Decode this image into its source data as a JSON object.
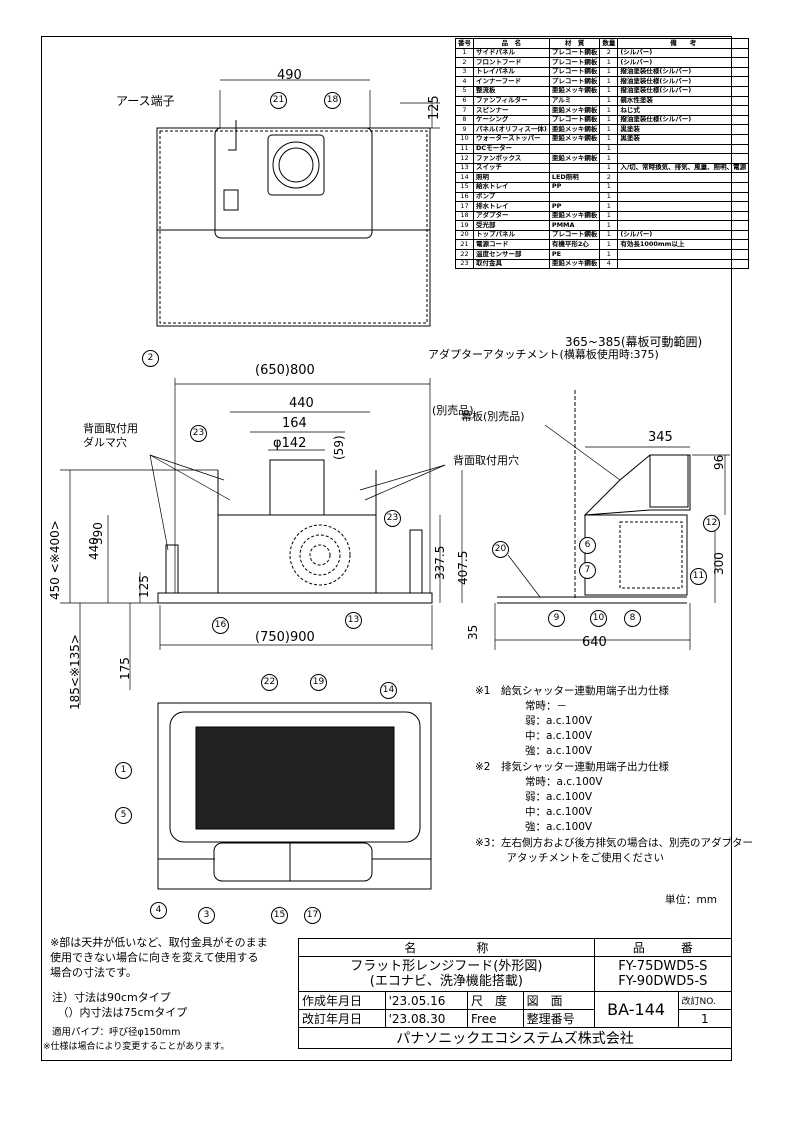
{
  "parts_table": {
    "headers": [
      "番号",
      "品　名",
      "材　質",
      "数量",
      "備　　考"
    ],
    "rows": [
      [
        "1",
        "サイドパネル",
        "プレコート鋼板",
        "2",
        "(シルバー)"
      ],
      [
        "2",
        "フロントフード",
        "プレコート鋼板",
        "1",
        "(シルバー)"
      ],
      [
        "3",
        "トレイパネル",
        "プレコート鋼板",
        "1",
        "撥油塗装仕様(シルバー)"
      ],
      [
        "4",
        "インナーフード",
        "プレコート鋼板",
        "1",
        "撥油塗装仕様(シルバー)"
      ],
      [
        "5",
        "整流板",
        "亜鉛メッキ鋼板",
        "1",
        "撥油塗装仕様(シルバー)"
      ],
      [
        "6",
        "ファンフィルター",
        "アルミ",
        "1",
        "親水性塗装"
      ],
      [
        "7",
        "スピンナー",
        "亜鉛メッキ鋼板",
        "1",
        "ねじ式"
      ],
      [
        "8",
        "ケーシング",
        "プレコート鋼板",
        "1",
        "撥油塗装仕様(シルバー)"
      ],
      [
        "9",
        "パネル(オリフィス一体)",
        "亜鉛メッキ鋼板",
        "1",
        "黒塗装"
      ],
      [
        "10",
        "ウォーターストッパー",
        "亜鉛メッキ鋼板",
        "1",
        "黒塗装"
      ],
      [
        "11",
        "DCモーター",
        "",
        "1",
        ""
      ],
      [
        "12",
        "ファンボックス",
        "亜鉛メッキ鋼板",
        "1",
        ""
      ],
      [
        "13",
        "スイッチ",
        "",
        "1",
        "入/切、常時換気、排気、風量、照明、電源"
      ],
      [
        "14",
        "照明",
        "LED照明",
        "2",
        ""
      ],
      [
        "15",
        "給水トレイ",
        "PP",
        "1",
        ""
      ],
      [
        "16",
        "ポンプ",
        "",
        "1",
        ""
      ],
      [
        "17",
        "排水トレイ",
        "PP",
        "1",
        ""
      ],
      [
        "18",
        "アダプター",
        "亜鉛メッキ鋼板",
        "1",
        ""
      ],
      [
        "19",
        "受光部",
        "PMMA",
        "1",
        ""
      ],
      [
        "20",
        "トップパネル",
        "プレコート鋼板",
        "1",
        "(シルバー)"
      ],
      [
        "21",
        "電源コード",
        "有機平形2心",
        "1",
        "有効長1000mm以上"
      ],
      [
        "22",
        "温度センサー部",
        "PE",
        "1",
        ""
      ],
      [
        "23",
        "取付金具",
        "亜鉛メッキ鋼板",
        "4",
        ""
      ]
    ]
  },
  "top_view": {
    "dim_width": "490",
    "dim_height": "125",
    "earth_terminal": "アース端子",
    "callouts": [
      "21",
      "18",
      "2"
    ]
  },
  "front_view": {
    "dim_outer": "(650)800",
    "dim_440": "440",
    "dim_164": "164",
    "dim_142": "φ142",
    "dim_59": "(59)",
    "dim_450": "450 <※400>",
    "dim_440v": "440",
    "dim_390": "390",
    "dim_125": "125",
    "dim_337": "337.5",
    "dim_407": "407.5",
    "dim_35": "35",
    "dim_185": "185<※135>",
    "dim_175": "175",
    "dim_bottom": "(750)900",
    "daruma_label": "背面取付用\nダルマ穴",
    "rear_hole_label": "背面取付用穴",
    "callouts": [
      "23",
      "23",
      "16",
      "13"
    ]
  },
  "side_view": {
    "range_label": "365~385(幕板可動範囲)",
    "adapter_label": "アダプターアタッチメント(横幕板使用時:375)",
    "adapter_sub": "(別売品)",
    "curtain_label": "幕板(別売品)",
    "dim_345": "345",
    "dim_96": "96",
    "dim_300": "300",
    "dim_640": "640",
    "callouts": [
      "6",
      "7",
      "9",
      "10",
      "8",
      "12",
      "11",
      "20"
    ]
  },
  "bottom_view": {
    "callouts": [
      "22",
      "19",
      "14",
      "1",
      "5",
      "4",
      "3",
      "15",
      "17"
    ]
  },
  "notes": {
    "n1_title": "※1　給気シャッター連動用端子出力仕様",
    "n1_lines": [
      "常時：－",
      "弱：a.c.100V",
      "中：a.c.100V",
      "強：a.c.100V"
    ],
    "n2_title": "※2　排気シャッター連動用端子出力仕様",
    "n2_lines": [
      "常時：a.c.100V",
      "弱：a.c.100V",
      "中：a.c.100V",
      "強：a.c.100V"
    ],
    "n3": "※3：左右側方および後方排気の場合は、別売のアダプター\n　　　アタッチメントをご使用ください",
    "unit": "単位：mm",
    "left_note": "※部は天井が低いなど、取付金具がそのまま\n使用できない場合に向きを変えて使用する\n場合の寸法です。",
    "note_dim": "注）寸法は90cmタイプ\n　（）内寸法は75cmタイプ",
    "pipe": "適用パイプ：呼び径φ150mm",
    "spec_change": "※仕様は場合により変更することがあります。"
  },
  "title_block": {
    "name_hdr": "名　　　　　称",
    "number_hdr": "品　　　番",
    "name": "フラット形レンジフード(外形図)\n(エコナビ、洗浄機能搭載)",
    "model": "FY-75DWD5-S\nFY-90DWD5-S",
    "created_lbl": "作成年月日",
    "created": "'23.05.16",
    "revised_lbl": "改訂年月日",
    "revised": "'23.08.30",
    "scale_lbl": "尺　度",
    "scale": "Free",
    "drawing_lbl": "図　面",
    "ref_lbl": "整理番号",
    "drawing_no": "BA-144",
    "rev_lbl": "改訂NO.",
    "rev": "1",
    "company": "パナソニックエコシステムズ株式会社"
  }
}
